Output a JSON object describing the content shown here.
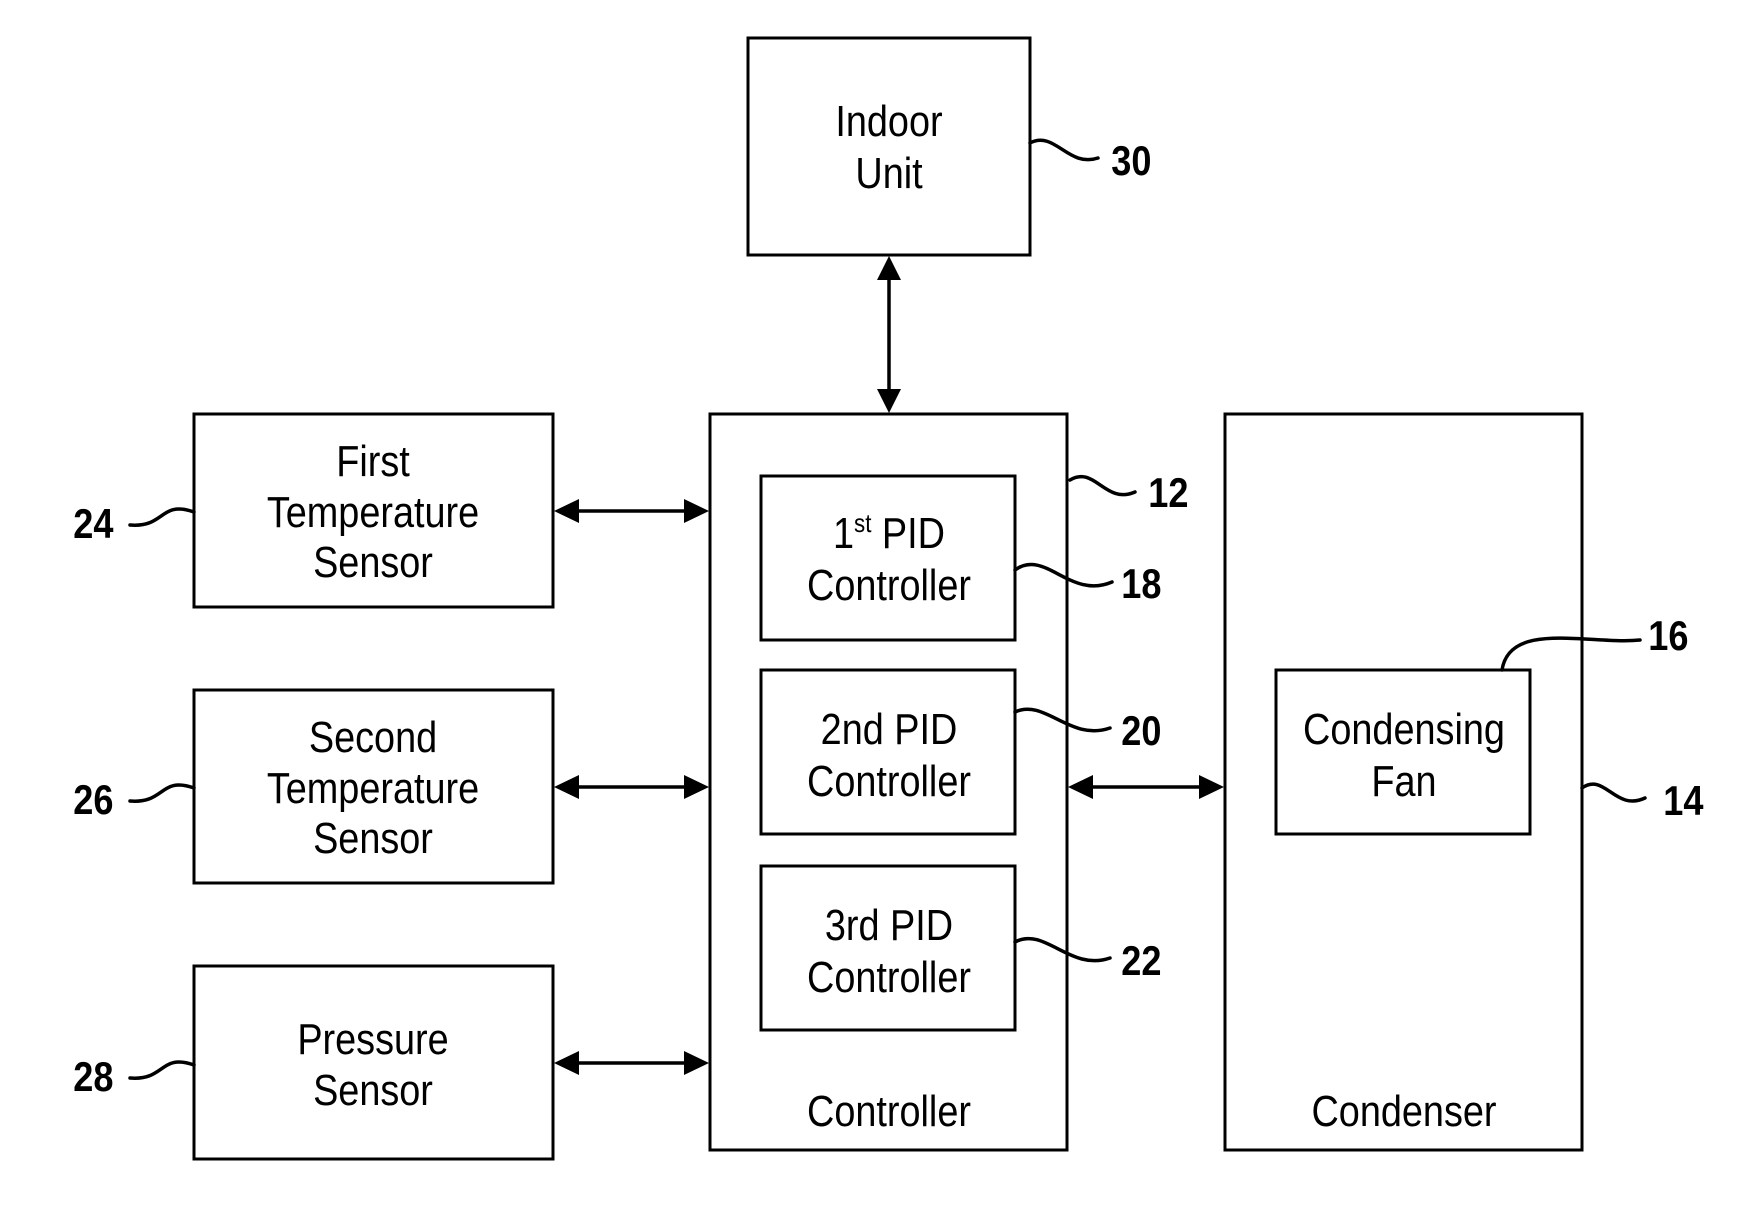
{
  "diagram": {
    "indoor_unit": {
      "line1": "Indoor",
      "line2": "Unit",
      "ref": "30"
    },
    "controller": {
      "label": "Controller",
      "ref": "12",
      "pid1": {
        "num": "1",
        "sup": "st",
        "rest": " PID",
        "line2": "Controller",
        "ref": "18"
      },
      "pid2": {
        "line1": "2nd PID",
        "line2": "Controller",
        "ref": "20"
      },
      "pid3": {
        "line1": "3rd PID",
        "line2": "Controller",
        "ref": "22"
      }
    },
    "condenser": {
      "label": "Condenser",
      "ref": "14",
      "fan": {
        "line1": "Condensing",
        "line2": "Fan",
        "ref": "16"
      }
    },
    "first_temp_sensor": {
      "line1": "First",
      "line2": "Temperature",
      "line3": "Sensor",
      "ref": "24"
    },
    "second_temp_sensor": {
      "line1": "Second",
      "line2": "Temperature",
      "line3": "Sensor",
      "ref": "26"
    },
    "pressure_sensor": {
      "line1": "Pressure",
      "line2": "Sensor",
      "ref": "28"
    }
  }
}
